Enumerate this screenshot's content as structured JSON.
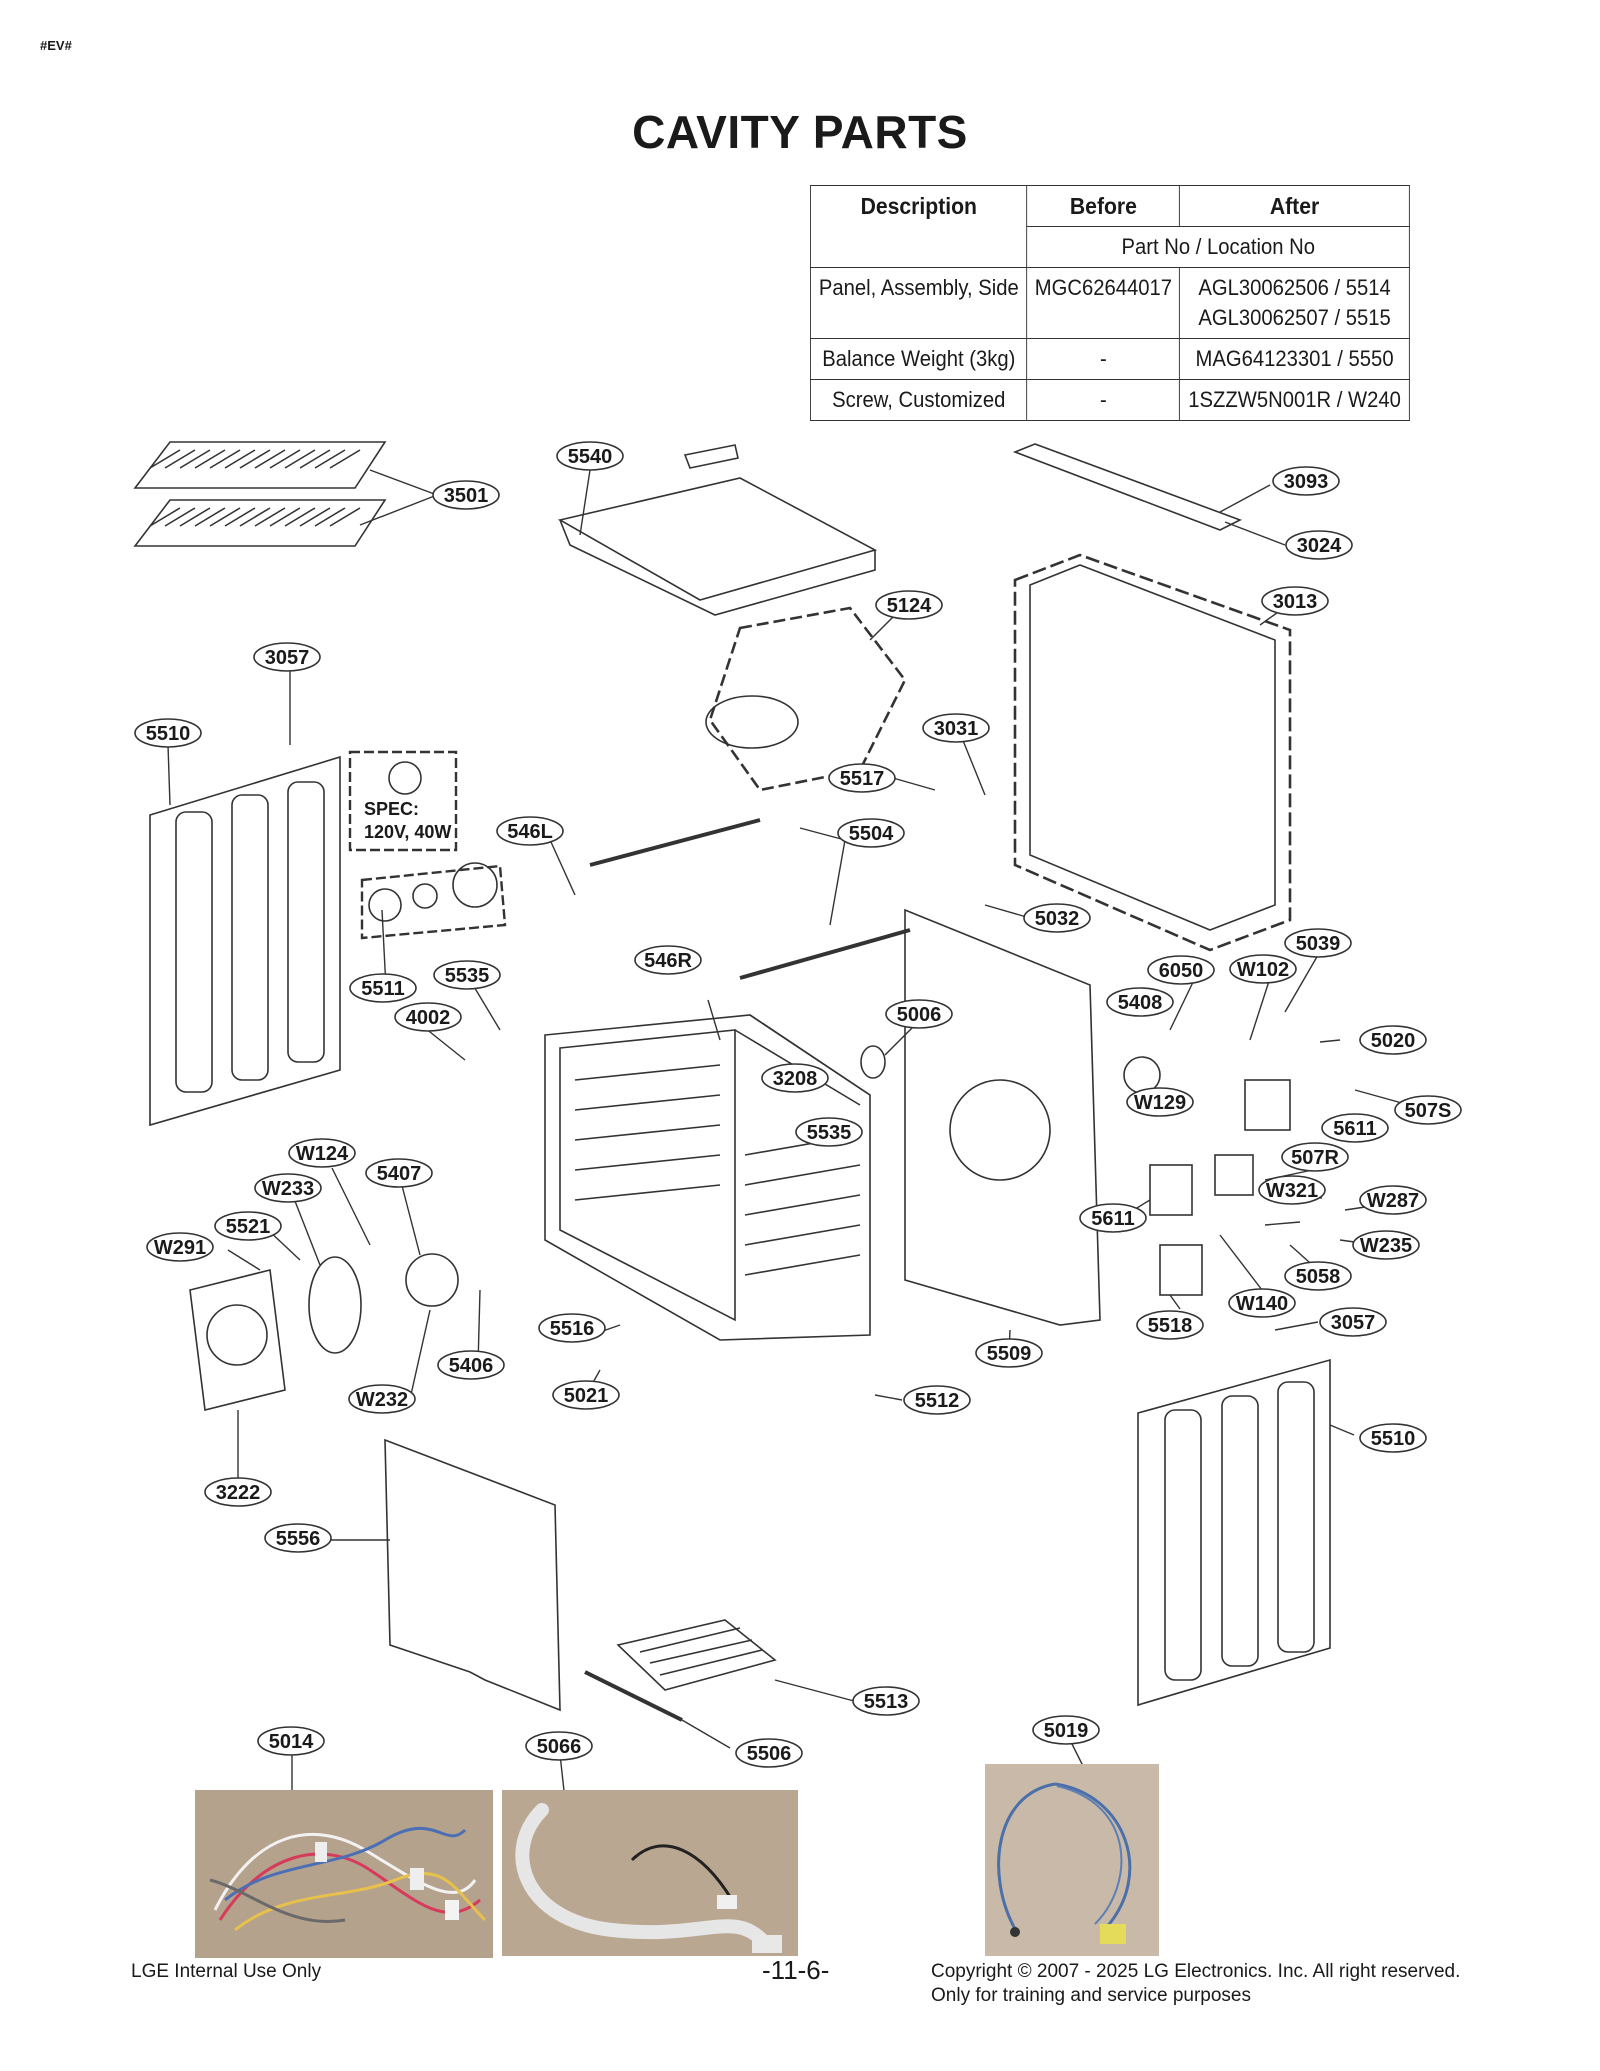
{
  "header": {
    "tag": "#EV#",
    "title": "CAVITY PARTS"
  },
  "table": {
    "headers": [
      "Description",
      "Before",
      "After"
    ],
    "subheader": "Part No / Location No",
    "rows": [
      {
        "description": "Panel, Assembly, Side",
        "before": "MGC62644017",
        "after": [
          "AGL30062506 / 5514",
          "AGL30062507 / 5515"
        ]
      },
      {
        "description": "Balance Weight (3kg)",
        "before": "-",
        "after": [
          "MAG64123301 / 5550"
        ]
      },
      {
        "description": "Screw, Customized",
        "before": "-",
        "after": [
          "1SZZW5N001R / W240"
        ]
      }
    ]
  },
  "diagram": {
    "bulb_spec_lines": [
      "SPEC:",
      "120V, 40W"
    ],
    "labels": [
      "5540",
      "3501",
      "3093",
      "3024",
      "3013",
      "5124",
      "3057",
      "5510",
      "3031",
      "5517",
      "546L",
      "5504",
      "5032",
      "5039",
      "6050",
      "W102",
      "546R",
      "5535",
      "5511",
      "4002",
      "5006",
      "5408",
      "5020",
      "3208",
      "W129",
      "507S",
      "5611",
      "5535",
      "W124",
      "5407",
      "507R",
      "W233",
      "W321",
      "W287",
      "5521",
      "5611",
      "W291",
      "W235",
      "5058",
      "W140",
      "5518",
      "3057",
      "5516",
      "5509",
      "5406",
      "5021",
      "5512",
      "W232",
      "5510",
      "3222",
      "5556",
      "5513",
      "5019",
      "5014",
      "5066",
      "5506"
    ]
  },
  "photos": [
    {
      "label": "5014",
      "name": "wire-harness-photo"
    },
    {
      "label": "5066",
      "name": "hose-photo"
    },
    {
      "label": "5019",
      "name": "wire-assembly-photo"
    }
  ],
  "colors": {
    "photo_bg": "#b9a48c",
    "photo_bg_right": "#c7b7a7",
    "line": "#333333"
  },
  "footer": {
    "left": "LGE Internal Use Only",
    "page": "-11-6-",
    "copyright": "Copyright © 2007 - 2025 LG Electronics. Inc. All right reserved.",
    "note": "Only for training and service purposes"
  }
}
